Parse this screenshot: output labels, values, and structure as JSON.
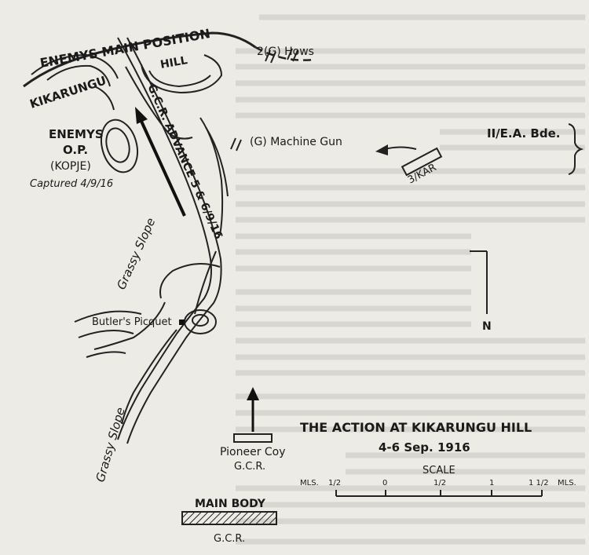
{
  "map": {
    "title": "THE ACTION AT KIKARUNGU HILL",
    "date": "4-6 Sep. 1916",
    "labels": {
      "enemys_main_position": "ENEMYS MAIN POSITION",
      "hill": "HILL",
      "hows": "2(G) Hows",
      "kikarungu": "KIKARUNGU",
      "gcr_advance": "G.C.R. ADVANCE 5 & 6/9/16",
      "machine_gun": "(G) Machine Gun",
      "brigade": "II/E.A. Bde.",
      "kar": "3/KAR",
      "enemys": "ENEMYS",
      "op": "O.P.",
      "kopje": "(KOPJE)",
      "captured": "Captured 4/9/16",
      "grassy_slope_upper": "Grassy Slope",
      "grassy_slope_lower": "Grassy Slope",
      "butlers_picquet": "Butler's Picquet",
      "pioneer_coy": "Pioneer Coy",
      "pioneer_gcr": "G.C.R.",
      "main_body": "MAIN BODY",
      "main_body_gcr": "G.C.R.",
      "north": "N"
    },
    "scale": {
      "label": "SCALE",
      "unit_left": "MLS.",
      "unit_right": "MLS.",
      "ticks": [
        "1/2",
        "0",
        "1/2",
        "1",
        "1 1/2"
      ]
    }
  }
}
